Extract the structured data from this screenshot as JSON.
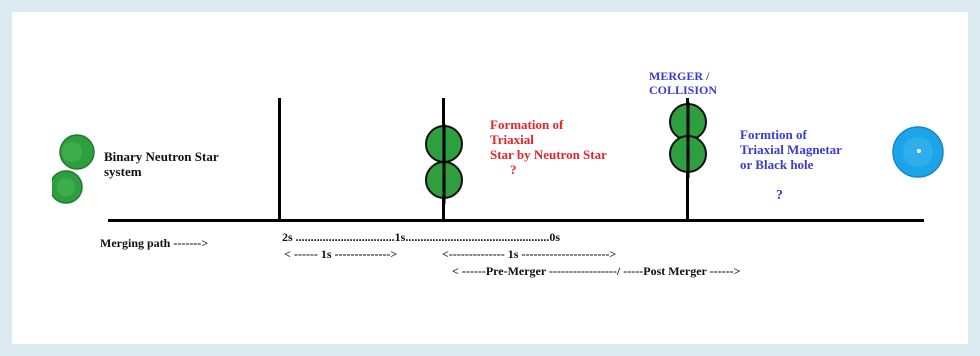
{
  "colors": {
    "neutron_star": "#2f9e3f",
    "magnetar": "#1ca4e8",
    "red_text": "#e8232b",
    "blue_text": "#3b3bd0"
  },
  "labels": {
    "binary_line1": "Binary Neutron Star",
    "binary_line2": "system",
    "formation_line1": "Formation of",
    "formation_line2": "Triaxial",
    "formation_line3": "Star by Neutron Star",
    "formation_q": "?",
    "merger_line1": "MERGER /",
    "merger_line2": "COLLISION",
    "result_line1": "Formtion of",
    "result_line2": "Triaxial Magnetar",
    "result_line3": "or Black hole",
    "result_q": "?",
    "merging_path": "Merging path ------->",
    "timeline": "2s .................................1s................................................0s",
    "interval_1": "< ------ 1s -------------->",
    "interval_2": "<-------------- 1s ---------------------->",
    "phases": "< ------Pre-Merger -----------------/ -----Post Merger ------>"
  }
}
